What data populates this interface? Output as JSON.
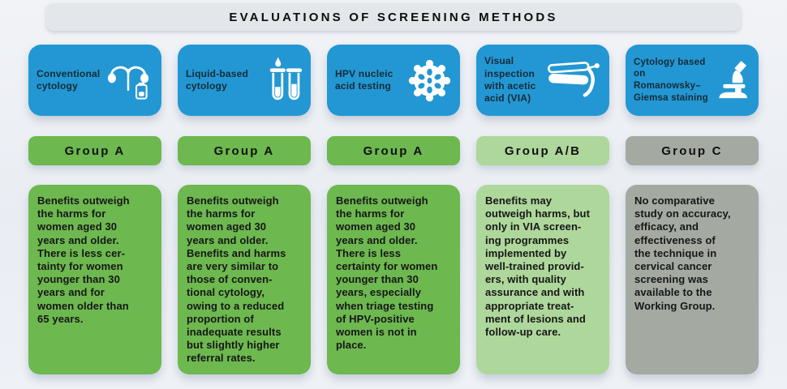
{
  "title": "EVALUATIONS OF SCREENING METHODS",
  "colors": {
    "blue": "#2397d3",
    "green": "#6db84f",
    "light_green": "#aed79b",
    "gray": "#a4a9a2",
    "background": "#edf0f4",
    "title_bar": "#e3e7ea"
  },
  "columns": [
    {
      "method": "Conventional\ncytology",
      "icon": "uterus-specimen-icon",
      "group": "Group A",
      "group_color": "#6db84f",
      "body": "Benefits outweigh\nthe harms for\nwomen aged 30\nyears and older.\nThere is less cer-\ntainty for women\nyounger than 30\nyears and for\nwomen older than\n65 years."
    },
    {
      "method": "Liquid-based\ncytology",
      "icon": "test-tubes-icon",
      "group": "Group A",
      "group_color": "#6db84f",
      "body": "Benefits outweigh\nthe harms for\nwomen aged 30\nyears and older.\nBenefits and harms\nare very similar to\nthose of conven-\ntional cytology,\nowing to a reduced\nproportion of\ninadequate results\nbut slightly higher\nreferral rates."
    },
    {
      "method": "HPV nucleic\nacid testing",
      "icon": "virus-icon",
      "group": "Group A",
      "group_color": "#6db84f",
      "body": "Benefits outweigh\nthe harms for\nwomen aged 30\nyears and older.\nThere is less\ncertainty for women\nyounger than 30\nyears, especially\nwhen triage testing\nof HPV-positive\nwomen is not in\nplace."
    },
    {
      "method": "Visual\ninspection\nwith acetic\nacid (VIA)",
      "icon": "speculum-icon",
      "group": "Group A/B",
      "group_color": "#aed79b",
      "body": "Benefits may\noutweigh harms, but\nonly in VIA screen-\ning programmes\nimplemented by\nwell-trained provid-\ners, with quality\nassurance and with\nappropriate treat-\nment of lesions and\nfollow-up care."
    },
    {
      "method": "Cytology based\non Romanowsky–\nGiemsa staining",
      "icon": "microscope-icon",
      "group": "Group C",
      "group_color": "#a4a9a2",
      "body": "No comparative\nstudy on accuracy,\nefficacy, and\neffectiveness of\nthe technique in\ncervical cancer\nscreening was\navailable to the\nWorking Group."
    }
  ]
}
